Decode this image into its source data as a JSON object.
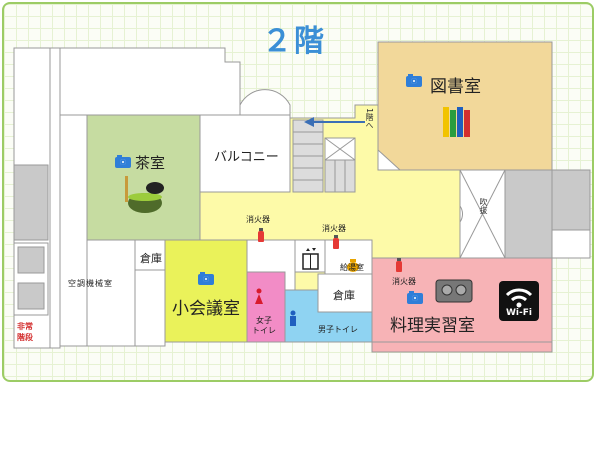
{
  "floor_title": "２階",
  "rooms": {
    "library": "図書室",
    "tea_room": "茶室",
    "balcony": "バルコニー",
    "small_meeting": "小会議室",
    "cooking": "料理実習室",
    "storage_1": "倉庫",
    "storage_2": "倉庫",
    "hot_water": "給湯室",
    "womens_toilet": "女子\nトイレ",
    "mens_toilet": "男子トイレ",
    "ac_room": "空調機械室",
    "emergency_stairs": "非常\n階段",
    "atrium": "吹抜",
    "to_first_floor": "1階へ"
  },
  "extinguisher_label": "消火器",
  "wifi_label": "Wi-Fi",
  "colors": {
    "corridor": "#fdfaa8",
    "library": "#f2d89a",
    "tea_room": "#c6dca1",
    "small_meeting": "#eaf25a",
    "cooking": "#f7b3b6",
    "womens_toilet": "#f28cc6",
    "mens_toilet": "#8fd3f2",
    "stairs_grey": "#c9c9c9",
    "title": "#3b8fd6"
  }
}
